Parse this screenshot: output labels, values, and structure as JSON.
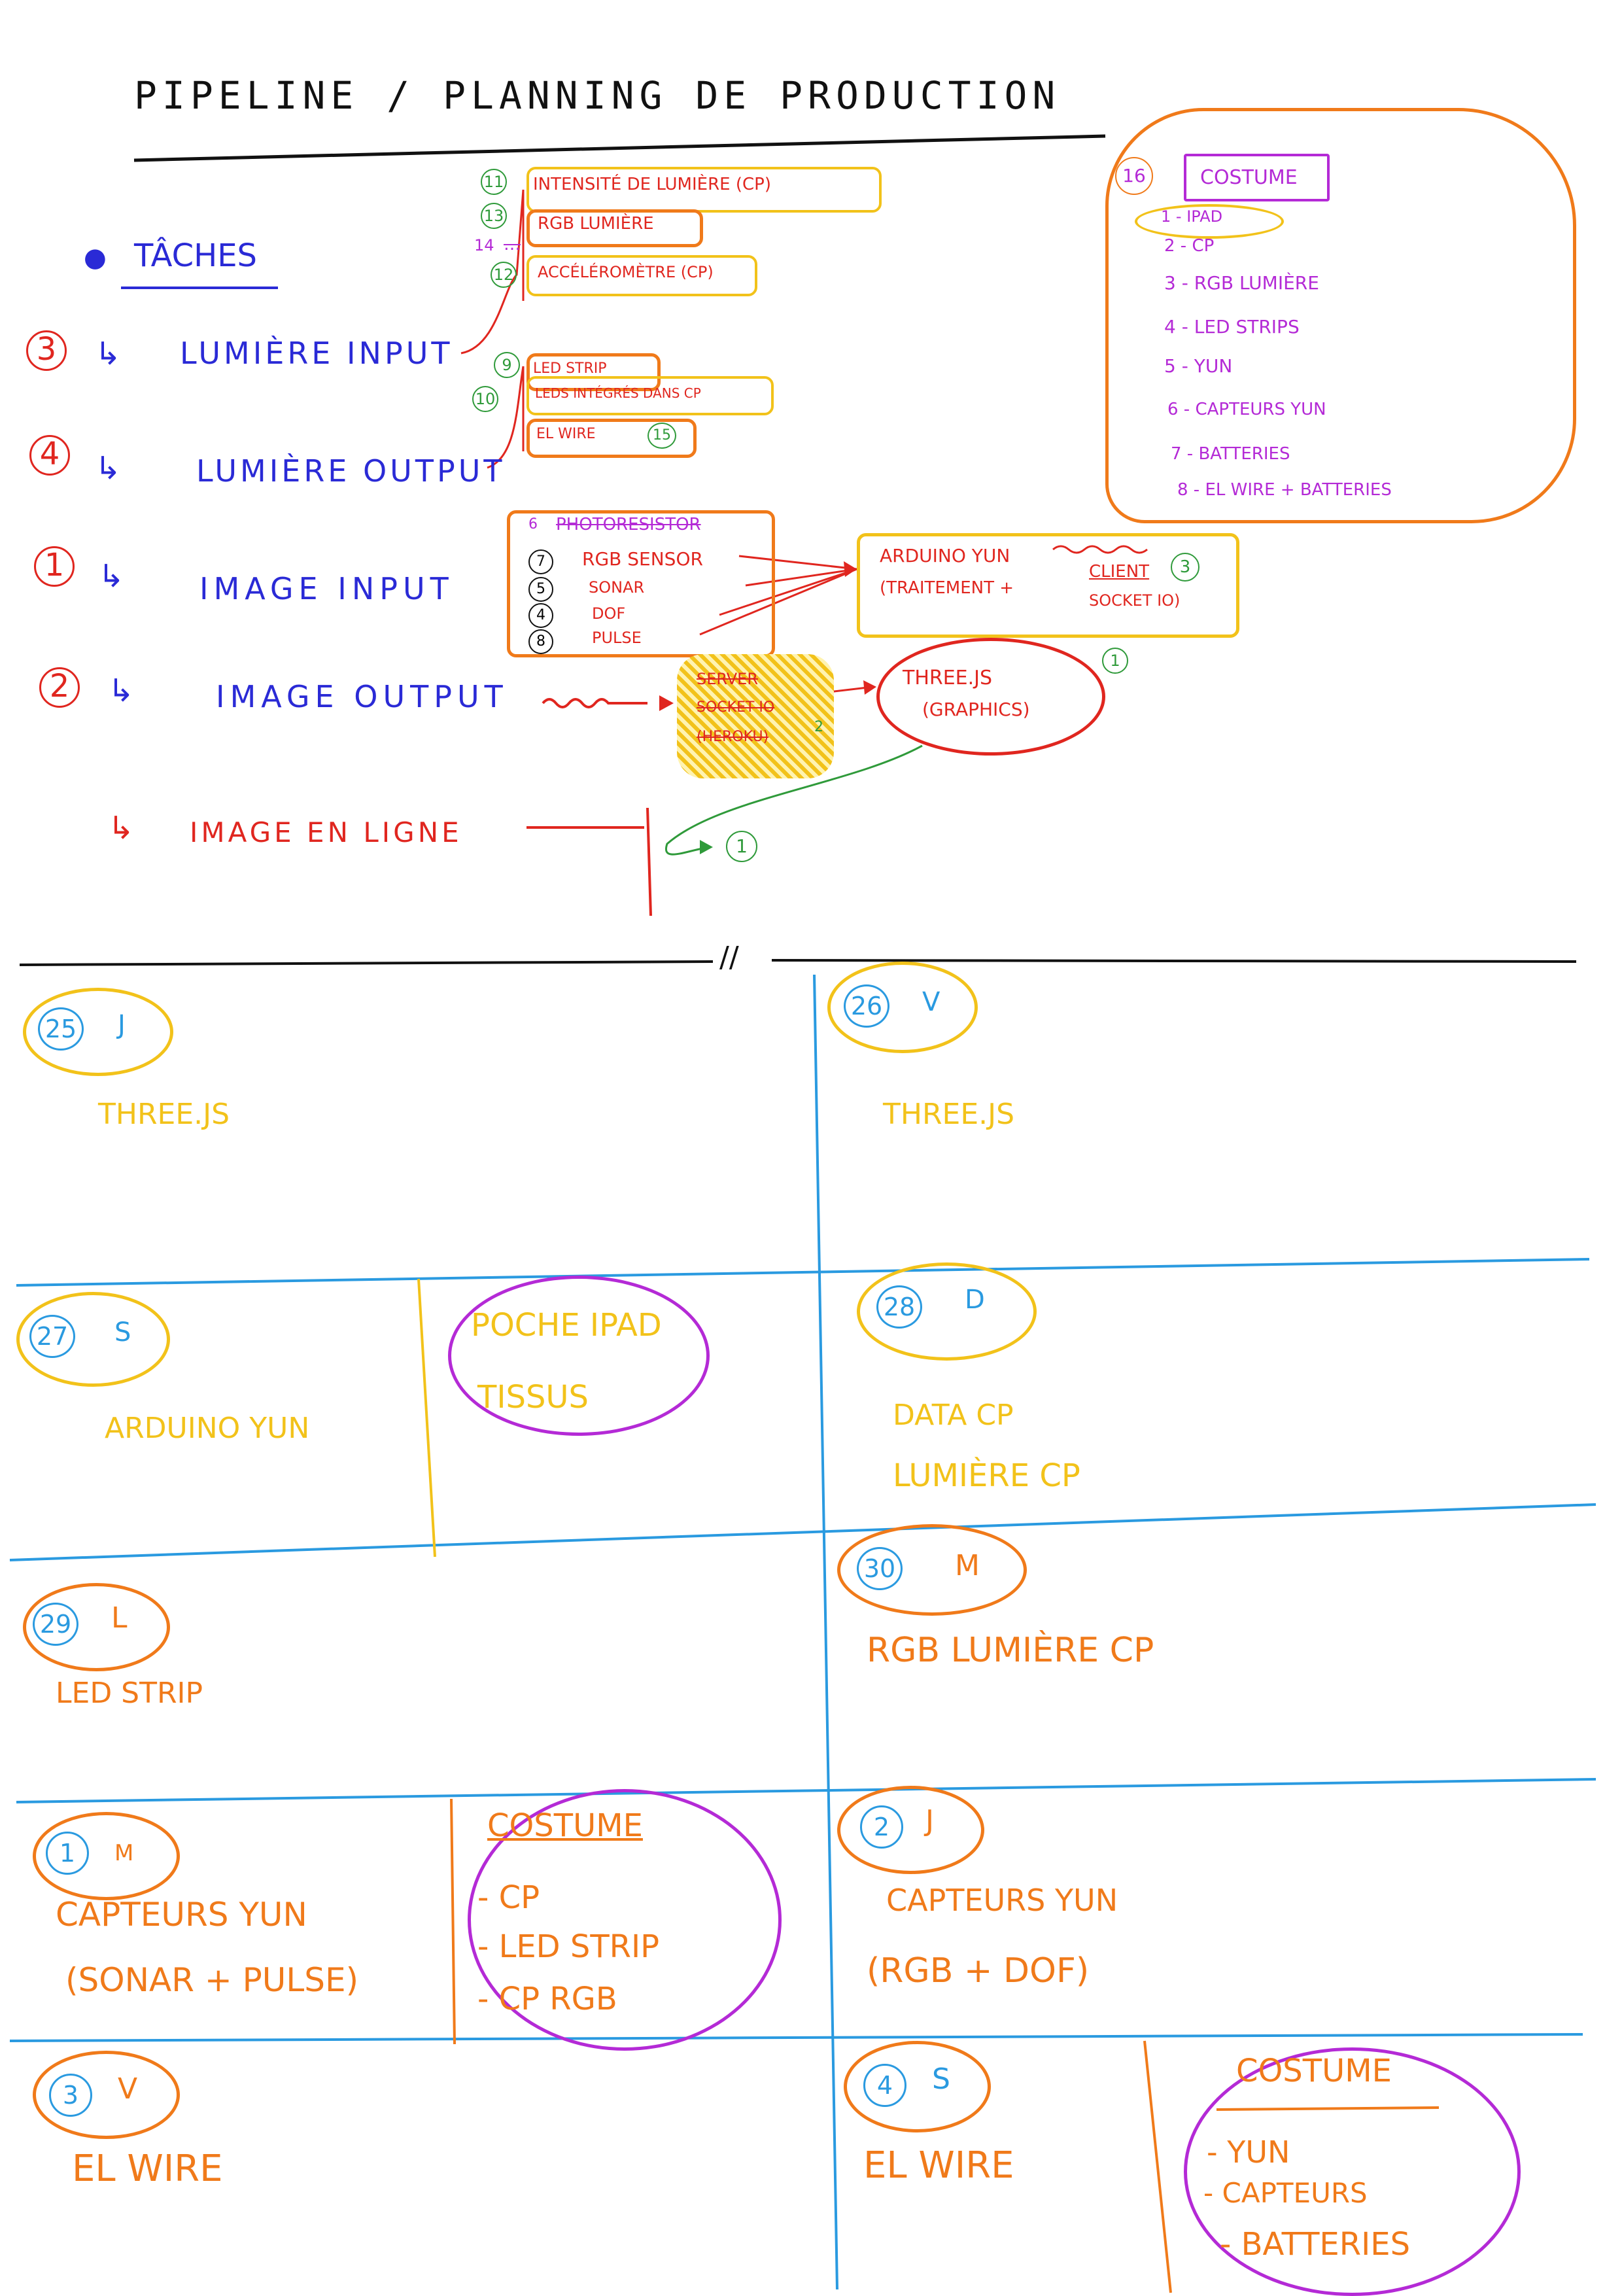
{
  "title": "PIPELINE / PLANNING DE PRODUCTION",
  "taches": {
    "header": "TÂCHES",
    "items": [
      {
        "num": "3",
        "label": "LUMIÈRE INPUT"
      },
      {
        "num": "4",
        "label": "LUMIÈRE OUTPUT"
      },
      {
        "num": "1",
        "label": "IMAGE INPUT"
      },
      {
        "num": "2",
        "label": "IMAGE OUTPUT"
      },
      {
        "num": "",
        "label": "IMAGE EN LIGNE"
      }
    ]
  },
  "lumiere_input_subs": [
    {
      "num": "11",
      "label": "INTENSITÉ DE LUMIÈRE (CP)"
    },
    {
      "num": "13",
      "label": "RGB LUMIÈRE"
    },
    {
      "num": "14",
      "label": "…"
    },
    {
      "num": "12",
      "label": "ACCÉLÉROMÈTRE (CP)"
    }
  ],
  "lumiere_output_subs": [
    {
      "num": "9",
      "label": "LED STRIP"
    },
    {
      "num": "10",
      "label": "LEDS INTÉGRÉS DANS CP"
    },
    {
      "num": "15",
      "label": "EL WIRE"
    }
  ],
  "image_input_subs": [
    {
      "num": "6",
      "label": "PHOTORESISTOR"
    },
    {
      "num": "7",
      "label": "RGB SENSOR"
    },
    {
      "num": "5",
      "label": "SONAR"
    },
    {
      "num": "4",
      "label": "DOF"
    },
    {
      "num": "8",
      "label": "PULSE"
    }
  ],
  "arduino_box": {
    "line1": "ARDUINO YUN",
    "line2": "(TRAITEMENT +",
    "client": "CLIENT",
    "socket": "SOCKET IO)",
    "num": "3"
  },
  "server_box": {
    "line1": "SERVER",
    "line2": "SOCKET IO",
    "line3": "(HEROKU)",
    "num": "2"
  },
  "three_box": {
    "line1": "THREE.JS",
    "line2": "(GRAPHICS)",
    "num": "1"
  },
  "online_num": "1",
  "costume_panel": {
    "num": "16",
    "header": "COSTUME",
    "items": [
      "1 - IPAD",
      "2 - CP",
      "3 - RGB LUMIÈRE",
      "4 - LED STRIPS",
      "5 - YUN",
      "6 - CAPTEURS YUN",
      "7 - BATTERIES",
      "8 - EL WIRE + BATTERIES"
    ]
  },
  "divider": "//",
  "calendar": [
    {
      "id": "d25",
      "num": "25",
      "day": "J",
      "lines": [
        "THREE.JS"
      ]
    },
    {
      "id": "d26",
      "num": "26",
      "day": "V",
      "lines": [
        "THREE.JS"
      ]
    },
    {
      "id": "d27",
      "num": "27",
      "day": "S",
      "lines": [
        "ARDUINO YUN"
      ],
      "extra": [
        "POCHE IPAD",
        "TISSUS"
      ]
    },
    {
      "id": "d28",
      "num": "28",
      "day": "D",
      "lines": [
        "DATA CP",
        "LUMIÈRE CP"
      ]
    },
    {
      "id": "d29",
      "num": "29",
      "day": "L",
      "lines": [
        "LED STRIP"
      ]
    },
    {
      "id": "d30",
      "num": "30",
      "day": "M",
      "lines": [
        "RGB LUMIÈRE CP"
      ]
    },
    {
      "id": "d1",
      "num": "1",
      "day": "M",
      "lines": [
        "CAPTEURS YUN",
        "(SONAR + PULSE)"
      ],
      "extra_title": "COSTUME",
      "extra": [
        "- CP",
        "- LED STRIP",
        "- CP RGB"
      ]
    },
    {
      "id": "d2",
      "num": "2",
      "day": "J",
      "lines": [
        "CAPTEURS YUN",
        "(RGB + DOF)"
      ]
    },
    {
      "id": "d3",
      "num": "3",
      "day": "V",
      "lines": [
        "EL WIRE"
      ]
    },
    {
      "id": "d4",
      "num": "4",
      "day": "S",
      "lines": [
        "EL WIRE"
      ],
      "extra_title": "COSTUME",
      "extra": [
        "- YUN",
        "- CAPTEURS",
        "- BATTERIES"
      ]
    }
  ],
  "colors": {
    "blue": "#2a2ad6",
    "red": "#e0261f",
    "green": "#2f9a3a",
    "purple": "#b42ad6",
    "orange": "#f07a1a",
    "yellow": "#f2c21a",
    "cyan": "#2a9ae0"
  }
}
